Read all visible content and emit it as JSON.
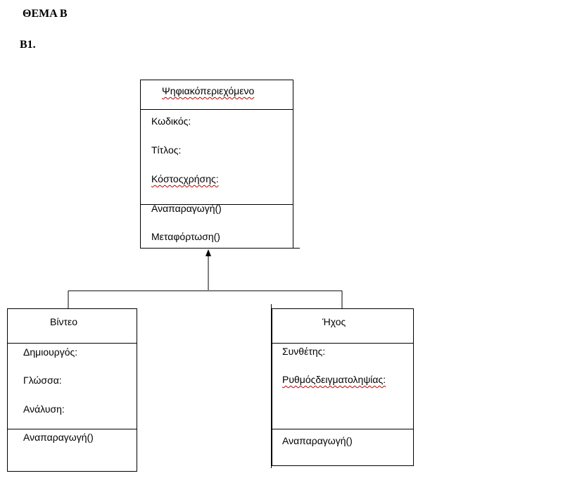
{
  "heading": {
    "title": "ΘΕΜΑ Β",
    "section": "Β1."
  },
  "classes": {
    "parent": {
      "name": "Ψηφιακόπεριεχόμενο",
      "attributes": [
        "Κωδικός:",
        "Τίτλος:",
        "Κόστοςχρήσης:"
      ],
      "methods": [
        "Αναπαραγωγή()",
        "Μεταφόρτωση()"
      ]
    },
    "video": {
      "name": "Βίντεο",
      "attributes": [
        "Δημιουργός:",
        "Γλώσσα:",
        "Ανάλυση:"
      ],
      "methods": [
        "Αναπαραγωγή()"
      ]
    },
    "audio": {
      "name": "Ήχος",
      "attributes": [
        "Συνθέτης:",
        "Ρυθμόςδειγματοληψίας:"
      ],
      "methods": [
        "Αναπαραγωγή()"
      ]
    }
  }
}
